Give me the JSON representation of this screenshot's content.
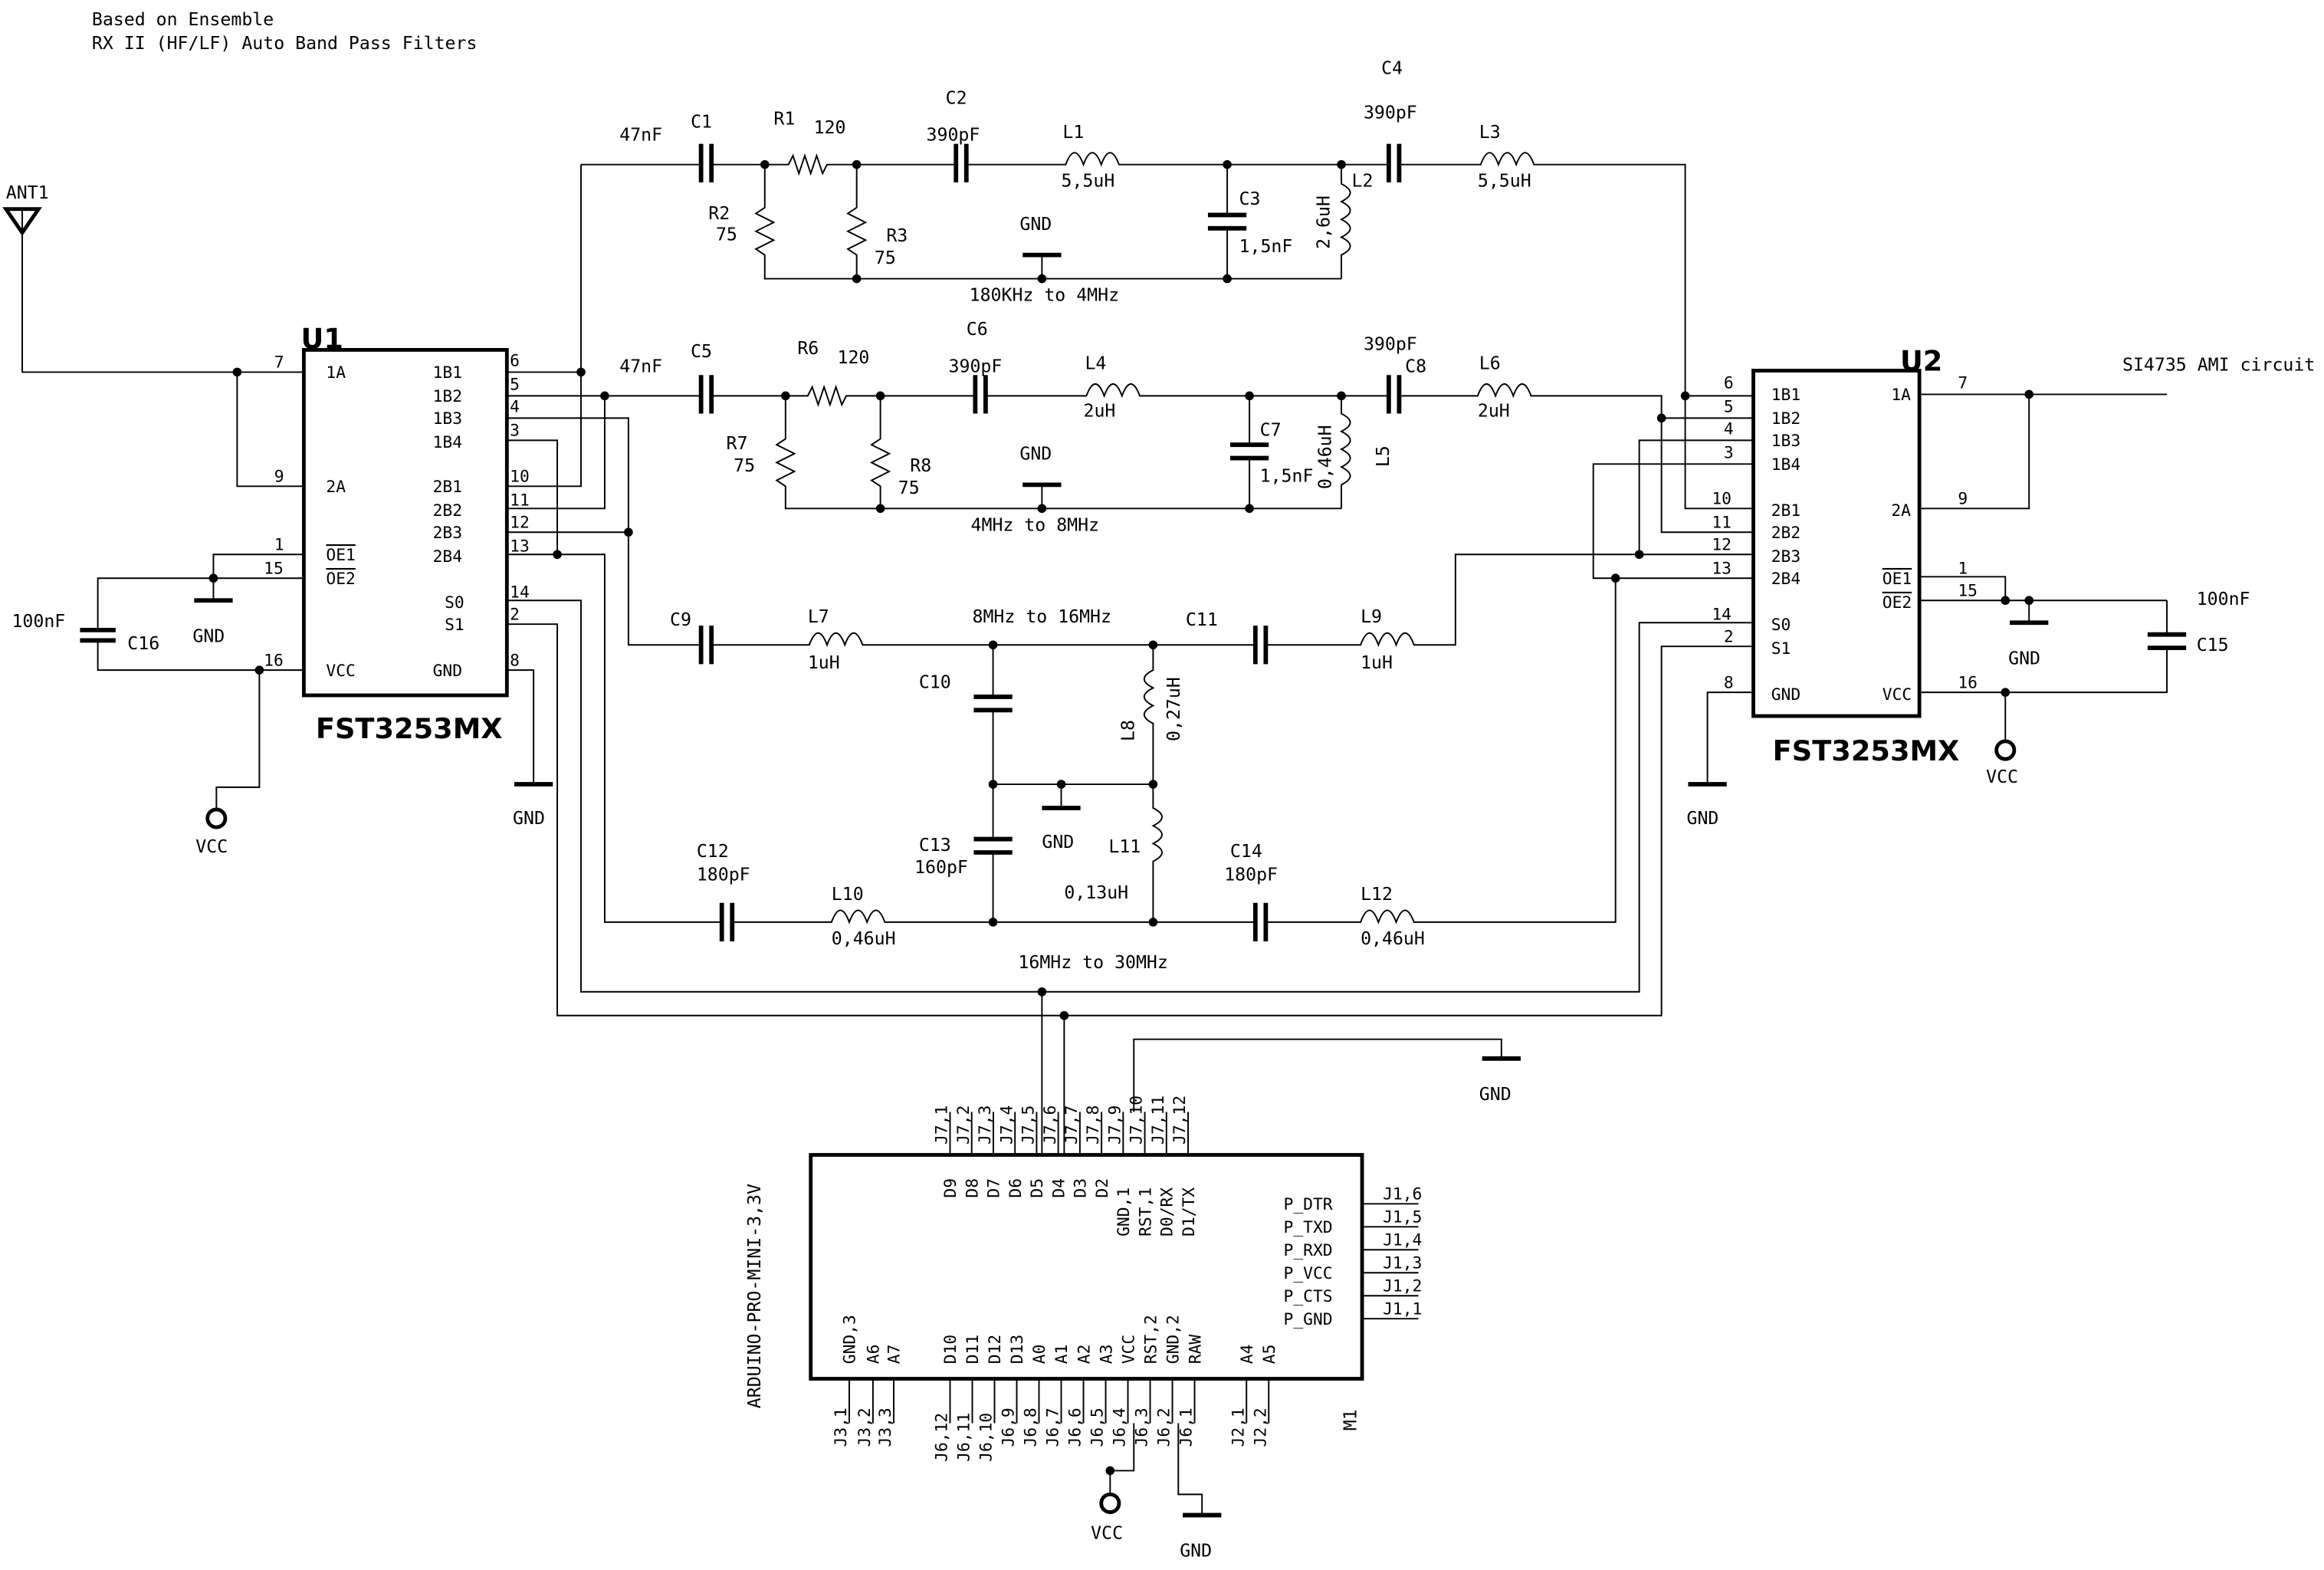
{
  "title": {
    "line1": "Based on Ensemble",
    "line2": "RX II (HF/LF) Auto Band Pass Filters"
  },
  "antenna": {
    "ref": "ANT1"
  },
  "output_label": "SI4735 AMI circuit",
  "power_labels": {
    "gnd": "GND",
    "vcc": "VCC"
  },
  "u1": {
    "ref": "U1",
    "part": "FST3253MX",
    "left_pins": [
      {
        "num": "7",
        "name": "1A"
      },
      {
        "num": "9",
        "name": "2A"
      },
      {
        "num": "1",
        "name": "OE1"
      },
      {
        "num": "15",
        "name": "OE2"
      },
      {
        "num": "16",
        "name": "VCC"
      }
    ],
    "right_pins": [
      {
        "num": "6",
        "name": "1B1"
      },
      {
        "num": "5",
        "name": "1B2"
      },
      {
        "num": "4",
        "name": "1B3"
      },
      {
        "num": "3",
        "name": "1B4"
      },
      {
        "num": "10",
        "name": "2B1"
      },
      {
        "num": "11",
        "name": "2B2"
      },
      {
        "num": "12",
        "name": "2B3"
      },
      {
        "num": "13",
        "name": "2B4"
      },
      {
        "num": "14",
        "name": "S0"
      },
      {
        "num": "2",
        "name": "S1"
      },
      {
        "num": "8",
        "name": "GND"
      }
    ]
  },
  "u2": {
    "ref": "U2",
    "part": "FST3253MX",
    "left_pins": [
      {
        "num": "6",
        "name": "1B1"
      },
      {
        "num": "5",
        "name": "1B2"
      },
      {
        "num": "4",
        "name": "1B3"
      },
      {
        "num": "3",
        "name": "1B4"
      },
      {
        "num": "10",
        "name": "2B1"
      },
      {
        "num": "11",
        "name": "2B2"
      },
      {
        "num": "12",
        "name": "2B3"
      },
      {
        "num": "13",
        "name": "2B4"
      },
      {
        "num": "14",
        "name": "S0"
      },
      {
        "num": "2",
        "name": "S1"
      },
      {
        "num": "8",
        "name": "GND"
      }
    ],
    "right_pins": [
      {
        "num": "7",
        "name": "1A"
      },
      {
        "num": "9",
        "name": "2A"
      },
      {
        "num": "1",
        "name": "OE1"
      },
      {
        "num": "15",
        "name": "OE2"
      },
      {
        "num": "16",
        "name": "VCC"
      }
    ]
  },
  "decoupling": {
    "c16": {
      "ref": "C16",
      "value": "100nF"
    },
    "c15": {
      "ref": "C15",
      "value": "100nF"
    }
  },
  "filters": {
    "f1": {
      "band": "180KHz to 4MHz",
      "c1": {
        "ref": "C1",
        "value": "47nF"
      },
      "r1": {
        "ref": "R1",
        "value": "120"
      },
      "r2": {
        "ref": "R2",
        "value": "75"
      },
      "r3": {
        "ref": "R3",
        "value": "75"
      },
      "c2": {
        "ref": "C2",
        "value": "390pF"
      },
      "l1": {
        "ref": "L1",
        "value": "5,5uH"
      },
      "c3": {
        "ref": "C3",
        "value": "1,5nF"
      },
      "l2": {
        "ref": "L2",
        "value": "2,6uH"
      },
      "c4": {
        "ref": "C4",
        "value": "390pF"
      },
      "l3": {
        "ref": "L3",
        "value": "5,5uH"
      }
    },
    "f2": {
      "band": "4MHz to 8MHz",
      "c5": {
        "ref": "C5",
        "value": "47nF"
      },
      "r6": {
        "ref": "R6",
        "value": "120"
      },
      "r7": {
        "ref": "R7",
        "value": "75"
      },
      "r8": {
        "ref": "R8",
        "value": "75"
      },
      "c6": {
        "ref": "C6",
        "value": "390pF"
      },
      "l4": {
        "ref": "L4",
        "value": "2uH"
      },
      "c7": {
        "ref": "C7",
        "value": "1,5nF"
      },
      "l5": {
        "ref": "L5",
        "value": "0,46uH"
      },
      "c8": {
        "ref": "C8",
        "value": "390pF"
      },
      "l6": {
        "ref": "L6",
        "value": "2uH"
      }
    },
    "f3": {
      "band": "8MHz to 16MHz",
      "c9": {
        "ref": "C9"
      },
      "l7": {
        "ref": "L7",
        "value": "1uH"
      },
      "c10": {
        "ref": "C10"
      },
      "l8": {
        "ref": "L8",
        "value": "0,27uH"
      },
      "c11": {
        "ref": "C11"
      },
      "l9": {
        "ref": "L9",
        "value": "1uH"
      }
    },
    "f4": {
      "band": "16MHz to 30MHz",
      "c12": {
        "ref": "C12",
        "value": "180pF"
      },
      "l10": {
        "ref": "L10",
        "value": "0,46uH"
      },
      "c13": {
        "ref": "C13",
        "value": "160pF"
      },
      "l11": {
        "ref": "L11",
        "value": "0,13uH"
      },
      "c14": {
        "ref": "C14",
        "value": "180pF"
      },
      "l12": {
        "ref": "L12",
        "value": "0,46uH"
      }
    }
  },
  "arduino": {
    "ref": "M1",
    "part": "ARDUINO-PRO-MINI-3,3V",
    "top_pins": [
      {
        "conn": "J7,1",
        "name": "D9"
      },
      {
        "conn": "J7,2",
        "name": "D8"
      },
      {
        "conn": "J7,3",
        "name": "D7"
      },
      {
        "conn": "J7,4",
        "name": "D6"
      },
      {
        "conn": "J7,5",
        "name": "D5"
      },
      {
        "conn": "J7,6",
        "name": "D4"
      },
      {
        "conn": "J7,7",
        "name": "D3"
      },
      {
        "conn": "J7,8",
        "name": "D2"
      },
      {
        "conn": "J7,9",
        "name": "GND,1"
      },
      {
        "conn": "J7,10",
        "name": "RST,1"
      },
      {
        "conn": "J7,11",
        "name": "D0/RX"
      },
      {
        "conn": "J7,12",
        "name": "D1/TX"
      }
    ],
    "right_pins": [
      {
        "conn": "J1,6",
        "name": "P_DTR"
      },
      {
        "conn": "J1,5",
        "name": "P_TXD"
      },
      {
        "conn": "J1,4",
        "name": "P_RXD"
      },
      {
        "conn": "J1,3",
        "name": "P_VCC"
      },
      {
        "conn": "J1,2",
        "name": "P_CTS"
      },
      {
        "conn": "J1,1",
        "name": "P_GND"
      }
    ],
    "bottom_pins": [
      {
        "conn": "J3,1",
        "name": "GND,3"
      },
      {
        "conn": "J3,2",
        "name": "A6"
      },
      {
        "conn": "J3,3",
        "name": "A7"
      },
      {
        "conn": "J6,12",
        "name": "D10"
      },
      {
        "conn": "J6,11",
        "name": "D11"
      },
      {
        "conn": "J6,10",
        "name": "D12"
      },
      {
        "conn": "J6,9",
        "name": "D13"
      },
      {
        "conn": "J6,8",
        "name": "A0"
      },
      {
        "conn": "J6,7",
        "name": "A1"
      },
      {
        "conn": "J6,6",
        "name": "A2"
      },
      {
        "conn": "J6,5",
        "name": "A3"
      },
      {
        "conn": "J6,4",
        "name": "VCC"
      },
      {
        "conn": "J6,3",
        "name": "RST,2"
      },
      {
        "conn": "J6,2",
        "name": "GND,2"
      },
      {
        "conn": "J6,1",
        "name": "RAW"
      },
      {
        "conn": "J2,1",
        "name": "A4"
      },
      {
        "conn": "J2,2",
        "name": "A5"
      }
    ]
  },
  "colors": {
    "ink": "#000000",
    "paper": "#ffffff"
  }
}
